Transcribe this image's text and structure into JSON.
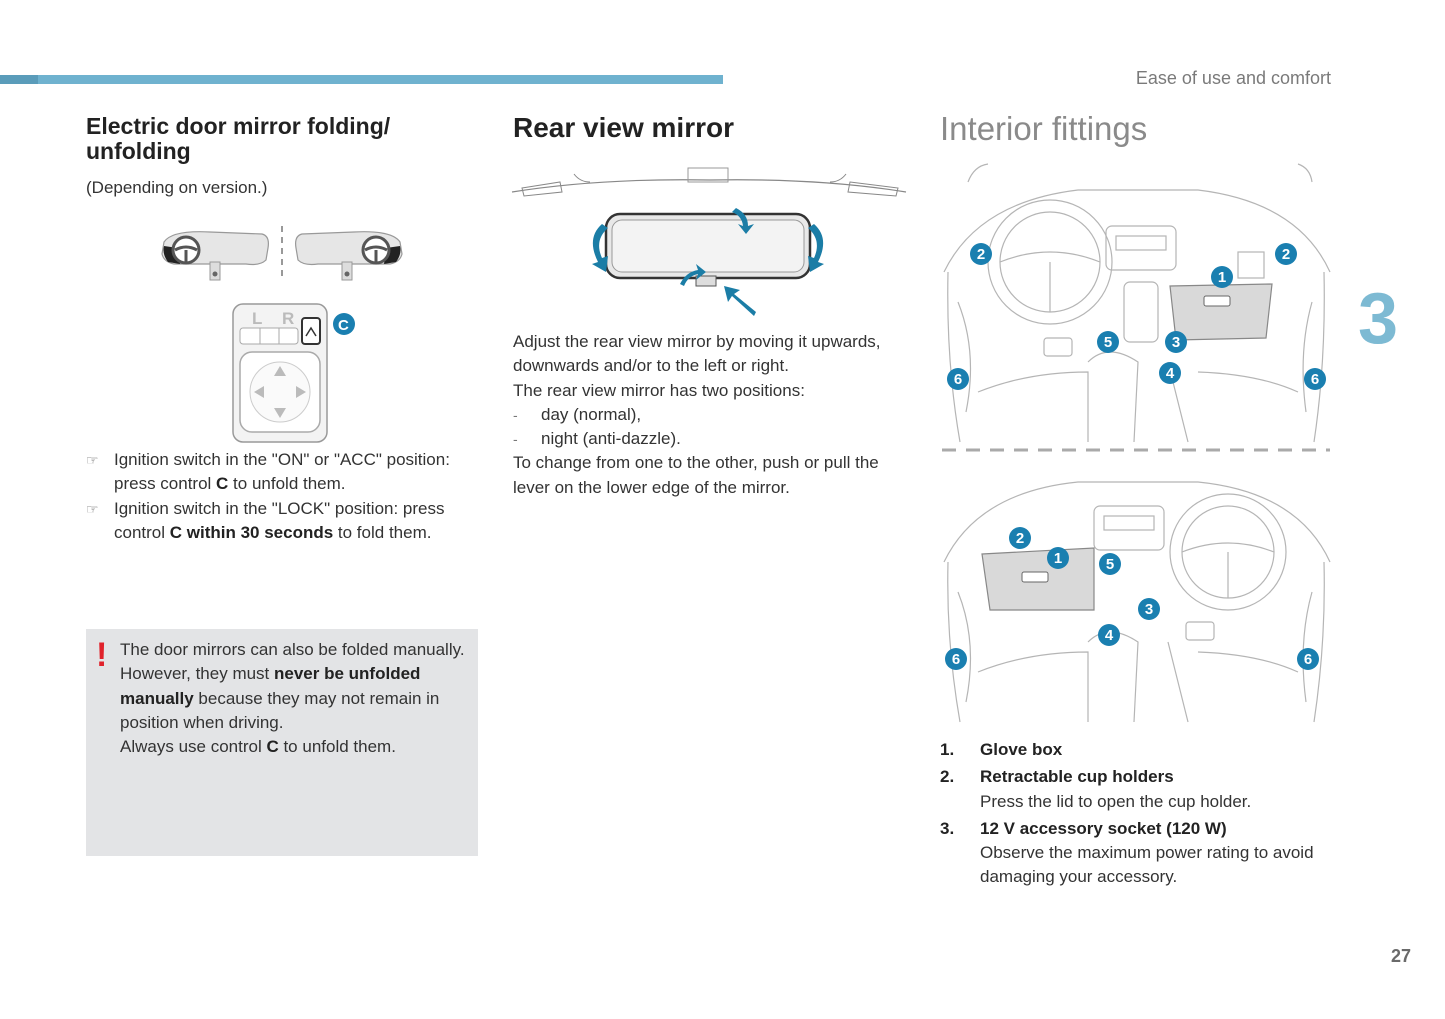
{
  "header": {
    "section": "Ease of use and comfort",
    "chapter": "3",
    "page_number": "27"
  },
  "left": {
    "title": "Electric door mirror folding/ unfolding",
    "depending": "(Depending on version.)",
    "control_label": "C",
    "switch_labels": {
      "l": "L",
      "r": "R"
    },
    "bullets": [
      {
        "pre": "Ignition switch in the \"ON\" or \"ACC\" position: press control ",
        "bold": "C",
        "post": " to unfold them."
      },
      {
        "pre": "Ignition switch in the \"LOCK\" position: press control ",
        "bold": "C within 30 seconds",
        "post": " to fold them."
      }
    ],
    "warning": {
      "line1": "The door mirrors can also be folded manually.",
      "line2_pre": "However, they must ",
      "line2_bold": "never be unfolded manually",
      "line2_post": " because they may not remain in position when driving.",
      "line3_pre": "Always use control ",
      "line3_bold": "C",
      "line3_post": " to unfold them."
    }
  },
  "middle": {
    "title": "Rear view mirror",
    "lines": [
      "Adjust the rear view mirror by moving it upwards, downwards and/or to the left or right.",
      "The rear view mirror has two positions:"
    ],
    "options": [
      "day (normal),",
      "night (anti-dazzle)."
    ],
    "closing": "To change from one to the other, push or pull the lever on the lower edge of the mirror."
  },
  "right": {
    "title": "Interior fittings",
    "callout_labels": [
      "1",
      "2",
      "3",
      "4",
      "5",
      "6"
    ],
    "legend": [
      {
        "num": "1.",
        "title": "Glove box",
        "desc": ""
      },
      {
        "num": "2.",
        "title": "Retractable cup holders",
        "desc": "Press the lid to open the cup holder."
      },
      {
        "num": "3.",
        "title": "12 V accessory socket (120 W)",
        "desc": "Observe the maximum power rating to avoid damaging your accessory."
      }
    ]
  },
  "colors": {
    "accent": "#6fb2cf",
    "callout": "#1a7fb0",
    "warning": "#e0222b",
    "arrow": "#1b7da6"
  }
}
